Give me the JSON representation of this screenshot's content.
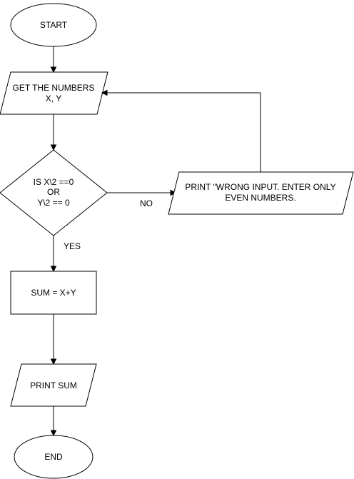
{
  "flowchart": {
    "nodes": {
      "start": {
        "label": "START"
      },
      "get_numbers": {
        "label_line1": "GET THE NUMBERS",
        "label_line2": "X, Y"
      },
      "decision": {
        "label_line1": "IS X\\2 ==0",
        "label_line2": "OR",
        "label_line3": "Y\\2 == 0"
      },
      "wrong_input": {
        "label_line1": "PRINT \"WRONG INPUT. ENTER ONLY",
        "label_line2": "EVEN NUMBERS."
      },
      "sum": {
        "label": "SUM = X+Y"
      },
      "print_sum": {
        "label": "PRINT SUM"
      },
      "end": {
        "label": "END"
      }
    },
    "edges": {
      "no_label": "NO",
      "yes_label": "YES"
    }
  }
}
